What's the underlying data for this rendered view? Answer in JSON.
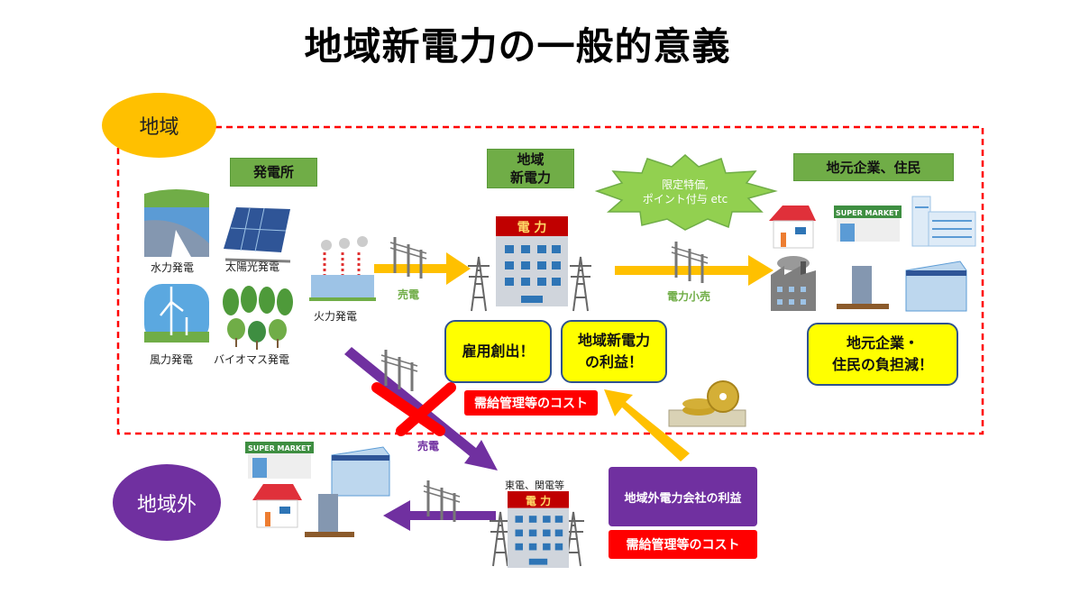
{
  "title": "地域新電力の一般的意義",
  "regions": {
    "inside": "地域",
    "outside": "地域外"
  },
  "labels": {
    "plants": "発電所",
    "local_power_l1": "地域",
    "local_power_l2": "新電力",
    "consumers": "地元企業、住民"
  },
  "plants": {
    "hydro": "水力発電",
    "solar": "太陽光発電",
    "wind": "風力発電",
    "biomass": "バイオマス発電",
    "thermal": "火力発電"
  },
  "flows": {
    "sell": "売電",
    "retail": "電力小売",
    "sell_outside": "売電"
  },
  "starburst": {
    "line1": "限定特価,",
    "line2": "ポイント付与 etc"
  },
  "benefits": {
    "jobs": "雇用創出！",
    "profit_l1": "地域新電力",
    "profit_l2": "の利益！",
    "burden_l1": "地元企業・",
    "burden_l2": "住民の負担減！"
  },
  "costs": {
    "inside": "需給管理等のコスト",
    "outside": "需給管理等のコスト"
  },
  "outside": {
    "utility": "東電、関電等",
    "profit": "地域外電力会社の利益"
  },
  "building_sign": "電 力",
  "supermarket_sign": "SUPER MARKET",
  "colors": {
    "orange": "#FFC000",
    "purple": "#7030A0",
    "green": "#70AD47",
    "red": "#FF0000",
    "yellow": "#FFFF00"
  }
}
